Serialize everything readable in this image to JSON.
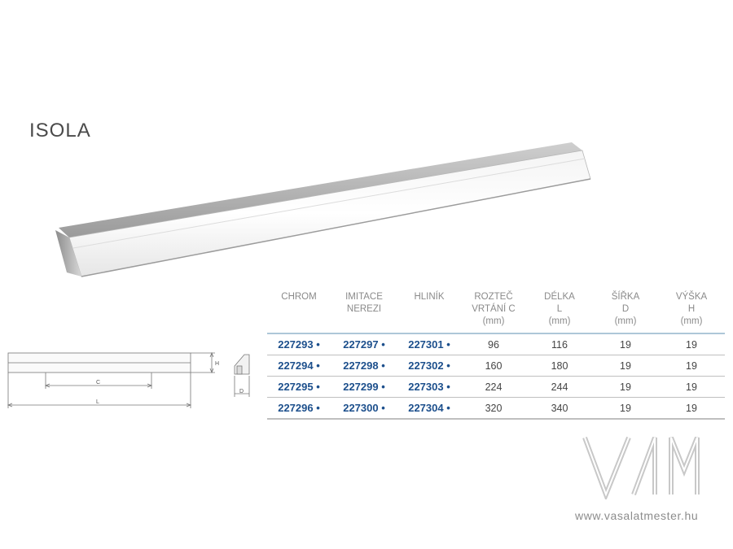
{
  "product": {
    "title": "ISOLA"
  },
  "table": {
    "headers": [
      {
        "line1": "CHROM",
        "line2": "",
        "line3": ""
      },
      {
        "line1": "IMITACE",
        "line2": "NEREZI",
        "line3": ""
      },
      {
        "line1": "HLINÍK",
        "line2": "",
        "line3": ""
      },
      {
        "line1": "ROZTEČ",
        "line2": "VRTÁNÍ C",
        "line3": "(mm)"
      },
      {
        "line1": "DÉLKA",
        "line2": "L",
        "line3": "(mm)"
      },
      {
        "line1": "ŠÍŘKA",
        "line2": "D",
        "line3": "(mm)"
      },
      {
        "line1": "VÝŠKA",
        "line2": "H",
        "line3": "(mm)"
      }
    ],
    "rows": [
      {
        "chrom": "227293 •",
        "nerez": "227297 •",
        "hlinik": "227301 •",
        "roztec": "96",
        "delka": "116",
        "sirka": "19",
        "vyska": "19"
      },
      {
        "chrom": "227294 •",
        "nerez": "227298 •",
        "hlinik": "227302 •",
        "roztec": "160",
        "delka": "180",
        "sirka": "19",
        "vyska": "19"
      },
      {
        "chrom": "227295 •",
        "nerez": "227299 •",
        "hlinik": "227303 •",
        "roztec": "224",
        "delka": "244",
        "sirka": "19",
        "vyska": "19"
      },
      {
        "chrom": "227296 •",
        "nerez": "227300 •",
        "hlinik": "227304 •",
        "roztec": "320",
        "delka": "340",
        "sirka": "19",
        "vyska": "19"
      }
    ]
  },
  "drawing": {
    "label_c": "C",
    "label_l": "L",
    "label_h": "H",
    "label_d": "D"
  },
  "footer": {
    "website": "www.vasalatmester.hu"
  },
  "colors": {
    "code_blue": "#1c4f8c",
    "header_rule": "#aec7d8",
    "muted_text": "#8a8a8a"
  },
  "icons": {
    "logo": "vm-logo-watermark"
  }
}
